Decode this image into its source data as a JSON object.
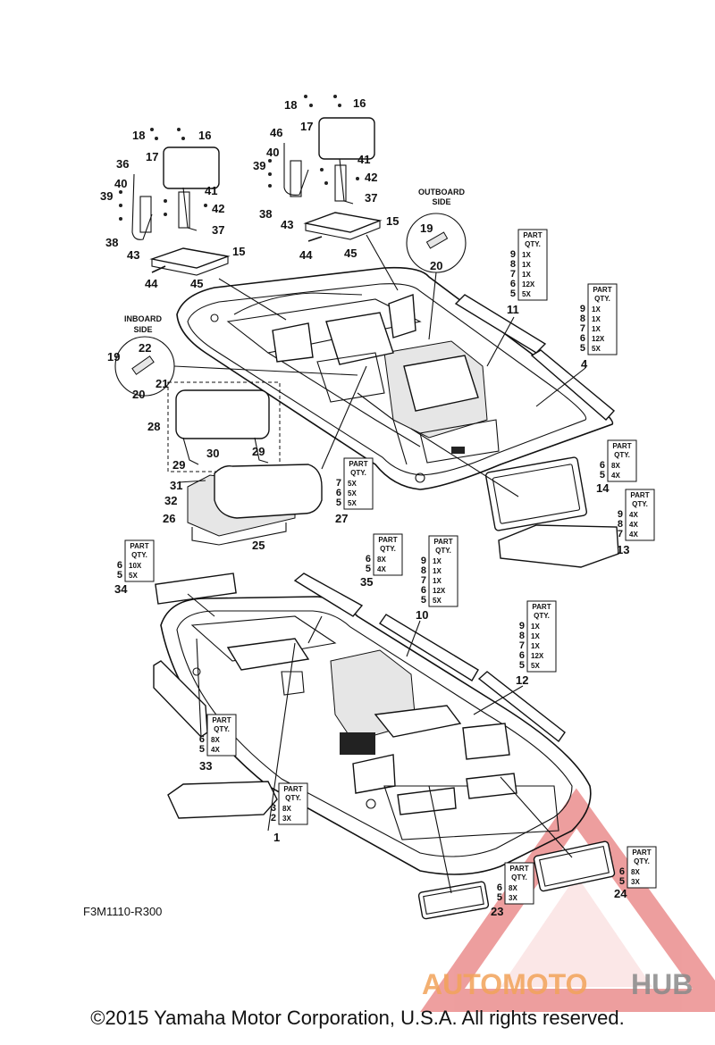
{
  "drawing_code": "F3M1110-R300",
  "copyright": "©2015 Yamaha Motor Corporation, U.S.A. All rights reserved.",
  "watermark": {
    "text_part1": "AUTOMOTO",
    "text_part2": "HUB",
    "color_primary": "#f2a35a",
    "color_secondary": "#8a8a8a",
    "triangle_color": "#e05050"
  },
  "side_labels": {
    "outboard": [
      "OUTBOARD",
      "SIDE"
    ],
    "inboard": [
      "INBOARD",
      "SIDE"
    ]
  },
  "qty_header": [
    "PART",
    "QTY."
  ],
  "callouts": {
    "c1": "1",
    "c4": "4",
    "c10": "10",
    "c11": "11",
    "c12": "12",
    "c13": "13",
    "c14": "14",
    "c15a": "15",
    "c15b": "15",
    "c16a": "16",
    "c16b": "16",
    "c17a": "17",
    "c17b": "17",
    "c18a": "18",
    "c18b": "18",
    "c19a": "19",
    "c19b": "19",
    "c20a": "20",
    "c20b": "20",
    "c21": "21",
    "c22": "22",
    "c23": "23",
    "c24": "24",
    "c25": "25",
    "c26": "26",
    "c27": "27",
    "c28": "28",
    "c29a": "29",
    "c29b": "29",
    "c30": "30",
    "c31": "31",
    "c32": "32",
    "c33": "33",
    "c34": "34",
    "c35": "35",
    "c36": "36",
    "c37a": "37",
    "c37b": "37",
    "c38a": "38",
    "c38b": "38",
    "c39a": "39",
    "c39b": "39",
    "c40a": "40",
    "c40b": "40",
    "c41a": "41",
    "c41b": "41",
    "c42a": "42",
    "c42b": "42",
    "c43a": "43",
    "c43b": "43",
    "c44a": "44",
    "c44b": "44",
    "c45a": "45",
    "c45b": "45",
    "c46": "46"
  },
  "qty_tables": [
    {
      "id": "t11",
      "rows": [
        [
          "9",
          "1X"
        ],
        [
          "8",
          "1X"
        ],
        [
          "7",
          "1X"
        ],
        [
          "6",
          "12X"
        ],
        [
          "5",
          "5X"
        ]
      ]
    },
    {
      "id": "t4",
      "rows": [
        [
          "9",
          "1X"
        ],
        [
          "8",
          "1X"
        ],
        [
          "7",
          "1X"
        ],
        [
          "6",
          "12X"
        ],
        [
          "5",
          "5X"
        ]
      ]
    },
    {
      "id": "t14",
      "rows": [
        [
          "6",
          "8X"
        ],
        [
          "5",
          "4X"
        ]
      ]
    },
    {
      "id": "t13",
      "rows": [
        [
          "9",
          "4X"
        ],
        [
          "8",
          "4X"
        ],
        [
          "7",
          "4X"
        ]
      ]
    },
    {
      "id": "t27",
      "rows": [
        [
          "7",
          "5X"
        ],
        [
          "6",
          "5X"
        ],
        [
          "5",
          "5X"
        ]
      ]
    },
    {
      "id": "t34",
      "rows": [
        [
          "6",
          "10X"
        ],
        [
          "5",
          "5X"
        ]
      ]
    },
    {
      "id": "t35",
      "rows": [
        [
          "6",
          "8X"
        ],
        [
          "5",
          "4X"
        ]
      ]
    },
    {
      "id": "t10",
      "rows": [
        [
          "9",
          "1X"
        ],
        [
          "8",
          "1X"
        ],
        [
          "7",
          "1X"
        ],
        [
          "6",
          "12X"
        ],
        [
          "5",
          "5X"
        ]
      ]
    },
    {
      "id": "t12",
      "rows": [
        [
          "9",
          "1X"
        ],
        [
          "8",
          "1X"
        ],
        [
          "7",
          "1X"
        ],
        [
          "6",
          "12X"
        ],
        [
          "5",
          "5X"
        ]
      ]
    },
    {
      "id": "t33",
      "rows": [
        [
          "6",
          "8X"
        ],
        [
          "5",
          "4X"
        ]
      ]
    },
    {
      "id": "t1",
      "rows": [
        [
          "3",
          "8X"
        ],
        [
          "2",
          "3X"
        ]
      ]
    },
    {
      "id": "t23",
      "rows": [
        [
          "6",
          "8X"
        ],
        [
          "5",
          "3X"
        ]
      ]
    },
    {
      "id": "t24",
      "rows": [
        [
          "6",
          "8X"
        ],
        [
          "5",
          "3X"
        ]
      ]
    }
  ]
}
